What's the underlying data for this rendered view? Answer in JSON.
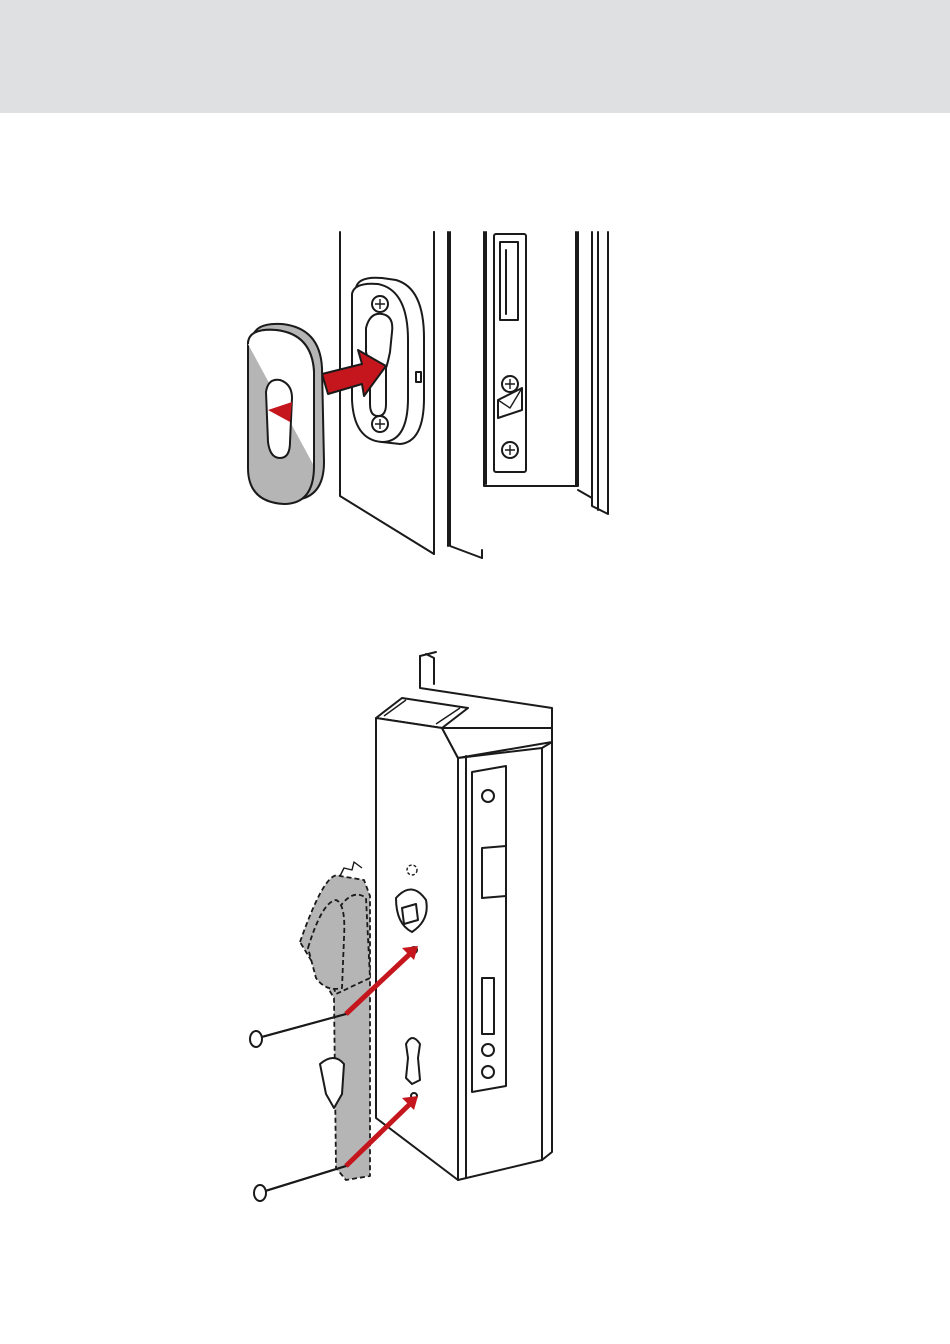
{
  "colors": {
    "header_band": "#dfe0e2",
    "accent_arrow": "#c4161c",
    "part_fill": "#b5b5b5",
    "line": "#1a1a1a"
  },
  "illustrations": [
    {
      "id": "step-1",
      "icon": "cover-rosette-onto-lock-case-illustration"
    },
    {
      "id": "step-2",
      "icon": "backplate-screws-into-frame-profile-illustration"
    }
  ]
}
